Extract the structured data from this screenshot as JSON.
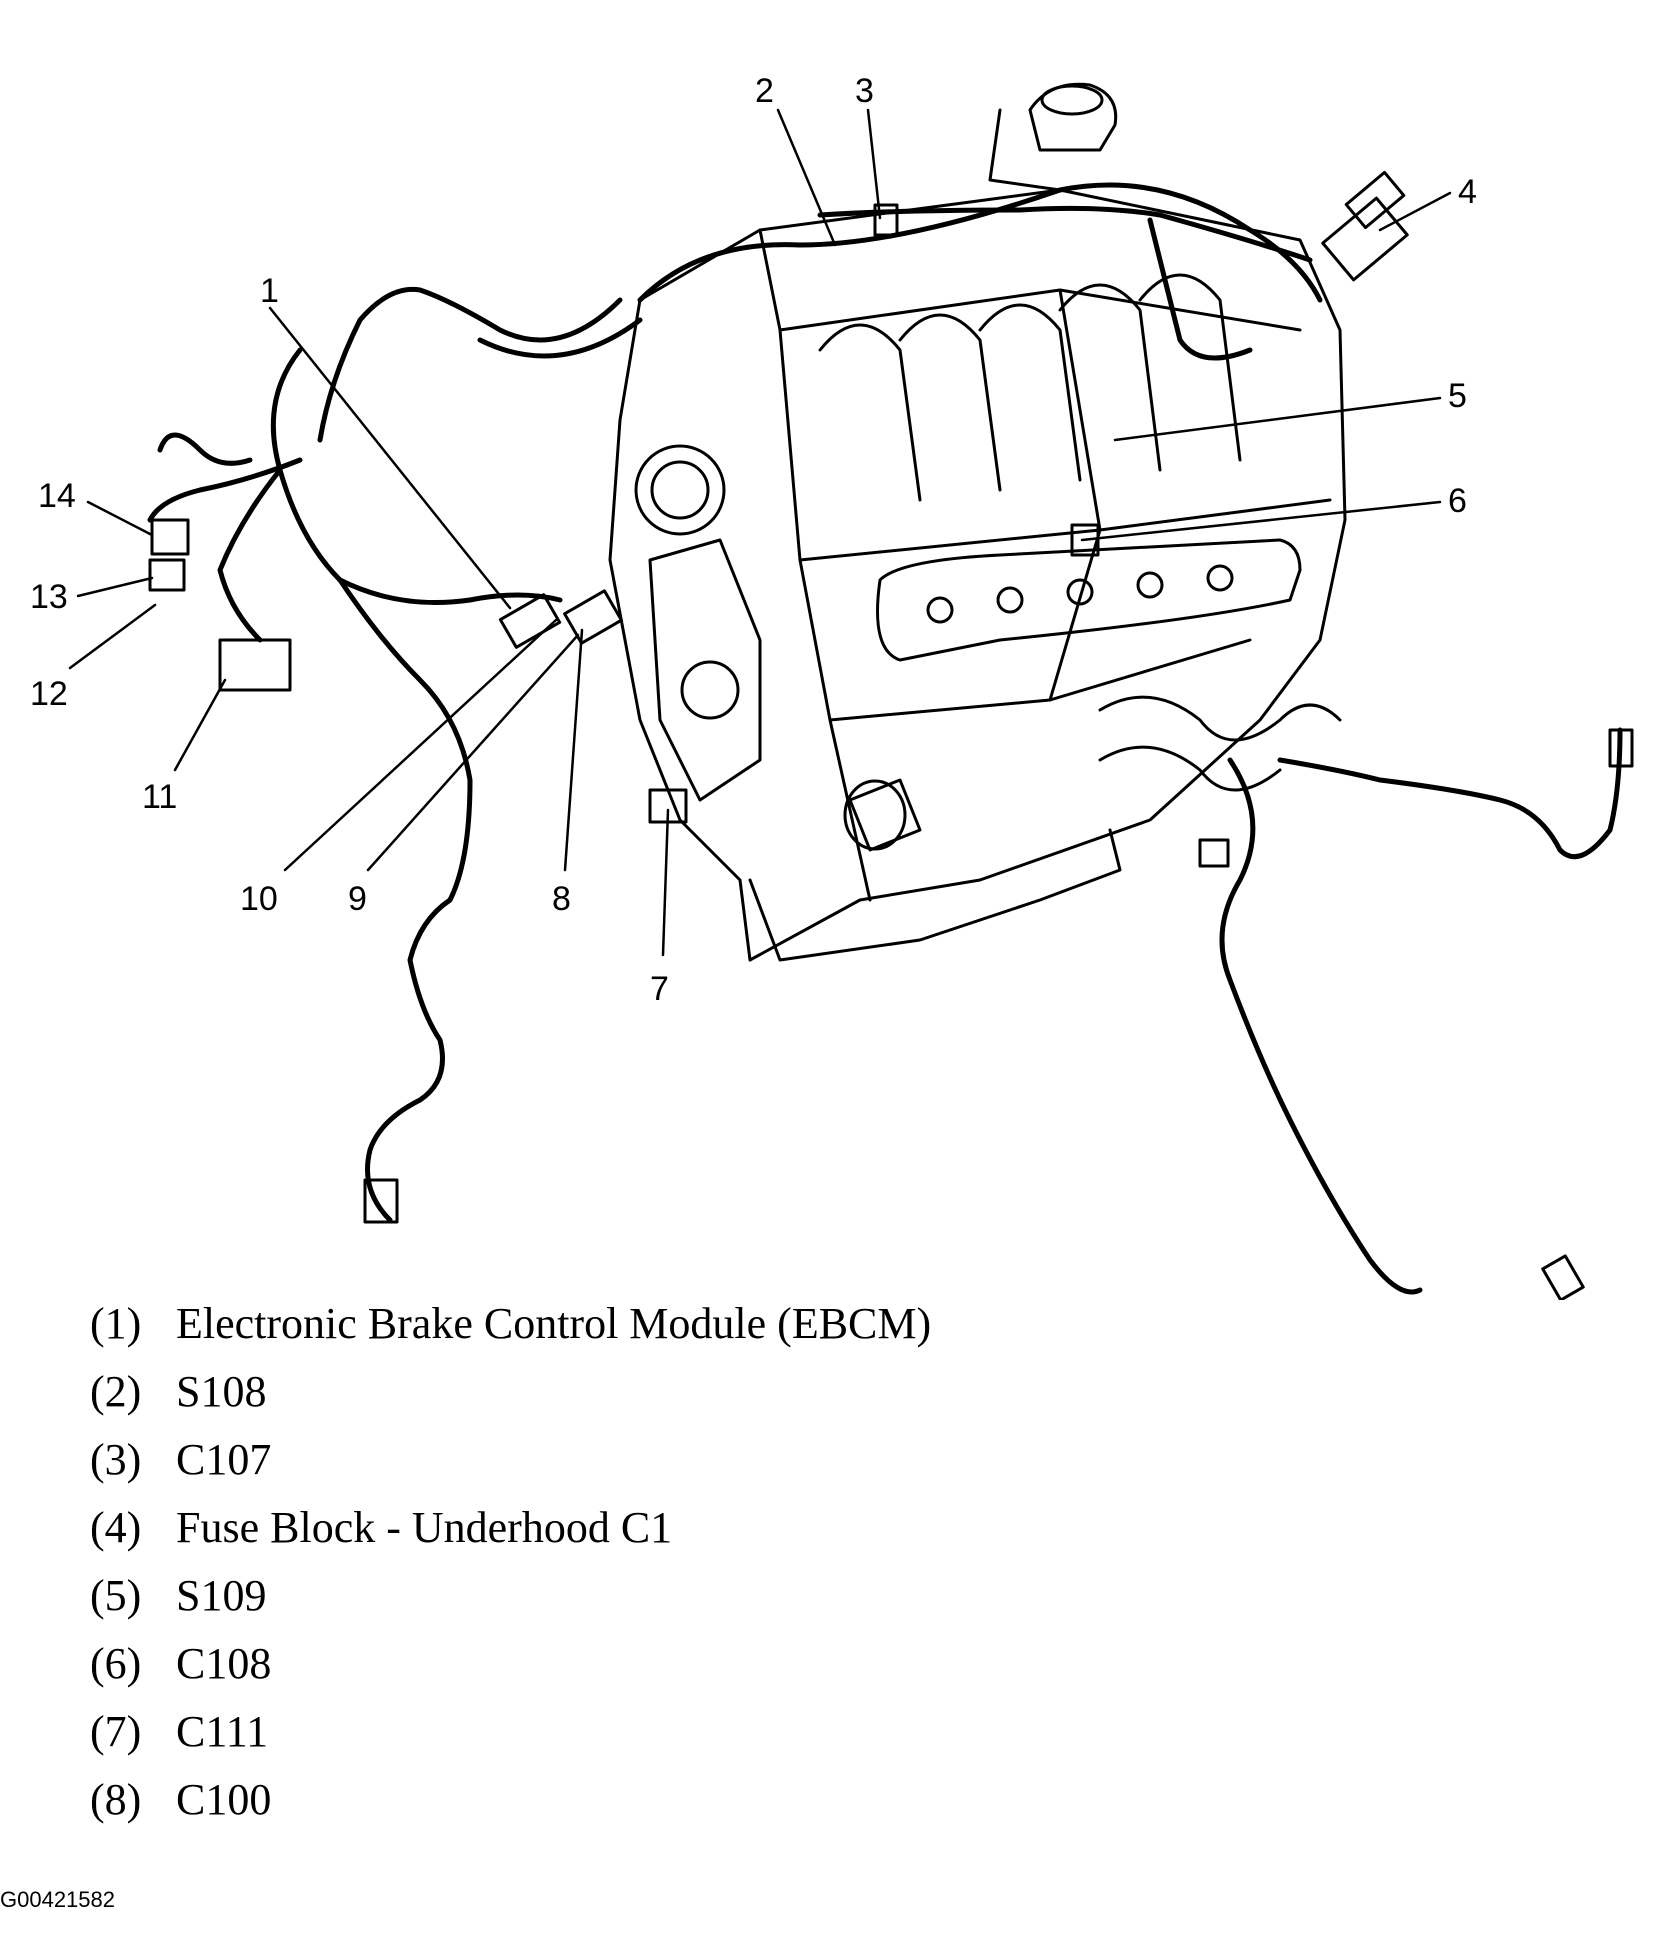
{
  "callouts": [
    "1",
    "2",
    "3",
    "4",
    "5",
    "6",
    "7",
    "8",
    "9",
    "10",
    "11",
    "12",
    "13",
    "14"
  ],
  "legend": [
    {
      "num": "(1)",
      "text": "Electronic Brake Control Module (EBCM)"
    },
    {
      "num": "(2)",
      "text": "S108"
    },
    {
      "num": "(3)",
      "text": "C107"
    },
    {
      "num": "(4)",
      "text": "Fuse Block - Underhood C1"
    },
    {
      "num": "(5)",
      "text": "S109"
    },
    {
      "num": "(6)",
      "text": "C108"
    },
    {
      "num": "(7)",
      "text": "C111"
    },
    {
      "num": "(8)",
      "text": "C100"
    }
  ],
  "figure_id": "G00421582"
}
